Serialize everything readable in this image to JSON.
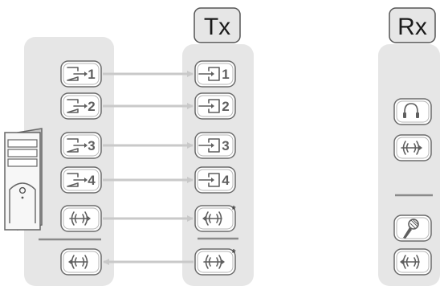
{
  "headers": {
    "tx": "Tx",
    "rx": "Rx"
  },
  "colors": {
    "panel": "#e6e6e6",
    "button_border": "#6b6b6b",
    "arrow": "#c9c9c9",
    "divider": "#8a8a8a",
    "tower": "#f7f7f7"
  },
  "device_buttons": [
    {
      "icon": "output-port-icon",
      "label": "1"
    },
    {
      "icon": "output-port-icon",
      "label": "2"
    },
    {
      "icon": "output-port-icon",
      "label": "3"
    },
    {
      "icon": "output-port-icon",
      "label": "4"
    },
    {
      "icon": "audio-out-icon",
      "label": ""
    },
    {
      "icon": "audio-in-icon",
      "label": ""
    }
  ],
  "tx_buttons": [
    {
      "icon": "input-port-icon",
      "label": "1"
    },
    {
      "icon": "input-port-icon",
      "label": "2"
    },
    {
      "icon": "input-port-icon",
      "label": "3"
    },
    {
      "icon": "input-port-icon",
      "label": "4"
    },
    {
      "icon": "audio-in-icon",
      "label": "*"
    },
    {
      "icon": "audio-out-icon",
      "label": "*"
    }
  ],
  "rx_buttons": [
    {
      "icon": "headphones-icon",
      "label": ""
    },
    {
      "icon": "audio-out-icon",
      "label": ""
    },
    {
      "icon": "microphone-icon",
      "label": ""
    },
    {
      "icon": "audio-in-icon",
      "label": ""
    }
  ],
  "connections": [
    {
      "from": "device",
      "to": "tx",
      "row": 0
    },
    {
      "from": "device",
      "to": "tx",
      "row": 1
    },
    {
      "from": "device",
      "to": "tx",
      "row": 2
    },
    {
      "from": "device",
      "to": "tx",
      "row": 3
    },
    {
      "from": "device",
      "to": "tx",
      "row": 4
    },
    {
      "from": "tx",
      "to": "device",
      "row": 5
    }
  ]
}
